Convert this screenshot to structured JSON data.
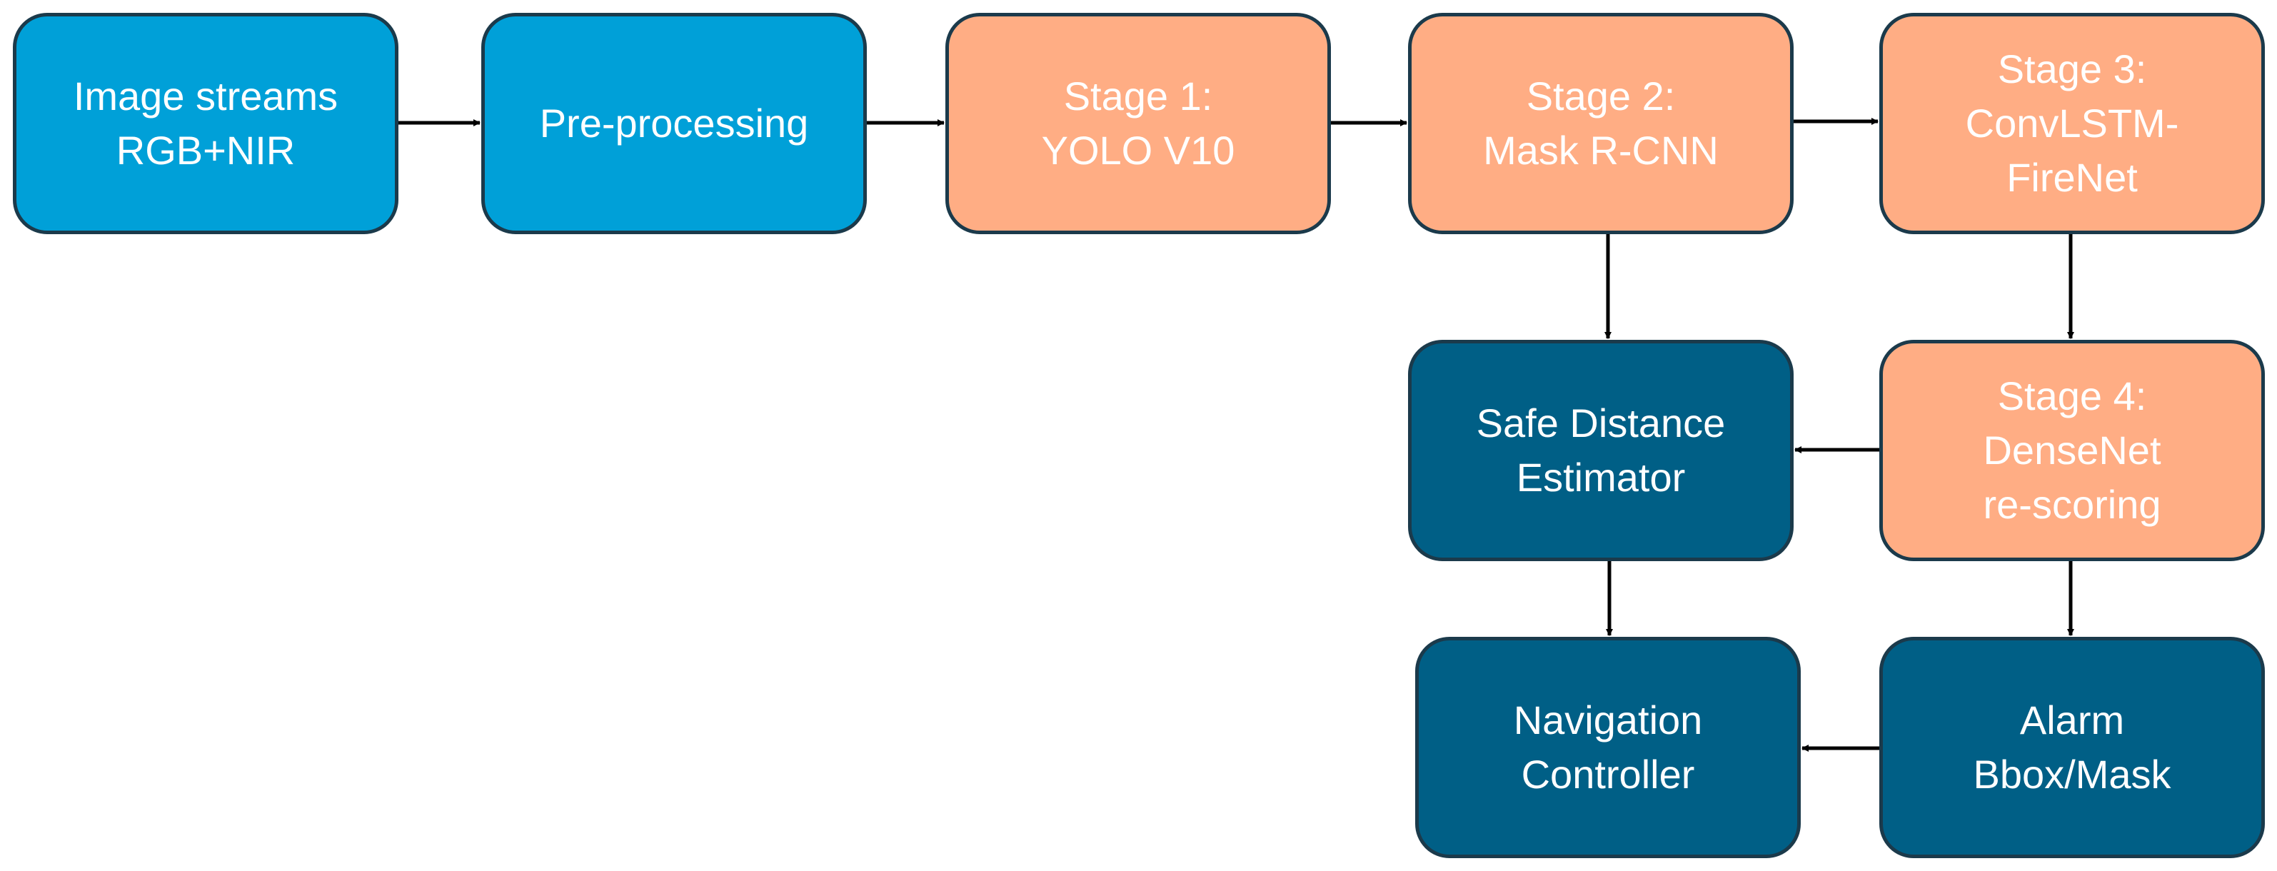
{
  "nodes": {
    "image_streams": {
      "line1": "Image streams",
      "line2": "RGB+NIR"
    },
    "preprocessing": {
      "line1": "Pre-processing"
    },
    "stage1": {
      "line1": "Stage 1:",
      "line2": "YOLO V10"
    },
    "stage2": {
      "line1": "Stage 2:",
      "line2": "Mask R-CNN"
    },
    "stage3": {
      "line1": "Stage 3:",
      "line2": "ConvLSTM-",
      "line3": "FireNet"
    },
    "safe_distance": {
      "line1": "Safe Distance",
      "line2": "Estimator"
    },
    "stage4": {
      "line1": "Stage 4:",
      "line2": "DenseNet",
      "line3": "re-scoring"
    },
    "navigation": {
      "line1": "Navigation",
      "line2": "Controller"
    },
    "alarm": {
      "line1": "Alarm",
      "line2": "Bbox/Mask"
    }
  },
  "edges": [
    {
      "from": "image_streams",
      "to": "preprocessing"
    },
    {
      "from": "preprocessing",
      "to": "stage1"
    },
    {
      "from": "stage1",
      "to": "stage2"
    },
    {
      "from": "stage2",
      "to": "stage3"
    },
    {
      "from": "stage2",
      "to": "safe_distance"
    },
    {
      "from": "stage3",
      "to": "stage4"
    },
    {
      "from": "stage4",
      "to": "safe_distance"
    },
    {
      "from": "safe_distance",
      "to": "navigation"
    },
    {
      "from": "stage4",
      "to": "alarm"
    },
    {
      "from": "alarm",
      "to": "navigation"
    }
  ],
  "colors": {
    "input_blue": "#00a0d8",
    "stage_orange": "#ffad84",
    "output_navy": "#005f86",
    "border": "#1b3a4b",
    "arrow": "#000000",
    "text": "#ffffff"
  }
}
